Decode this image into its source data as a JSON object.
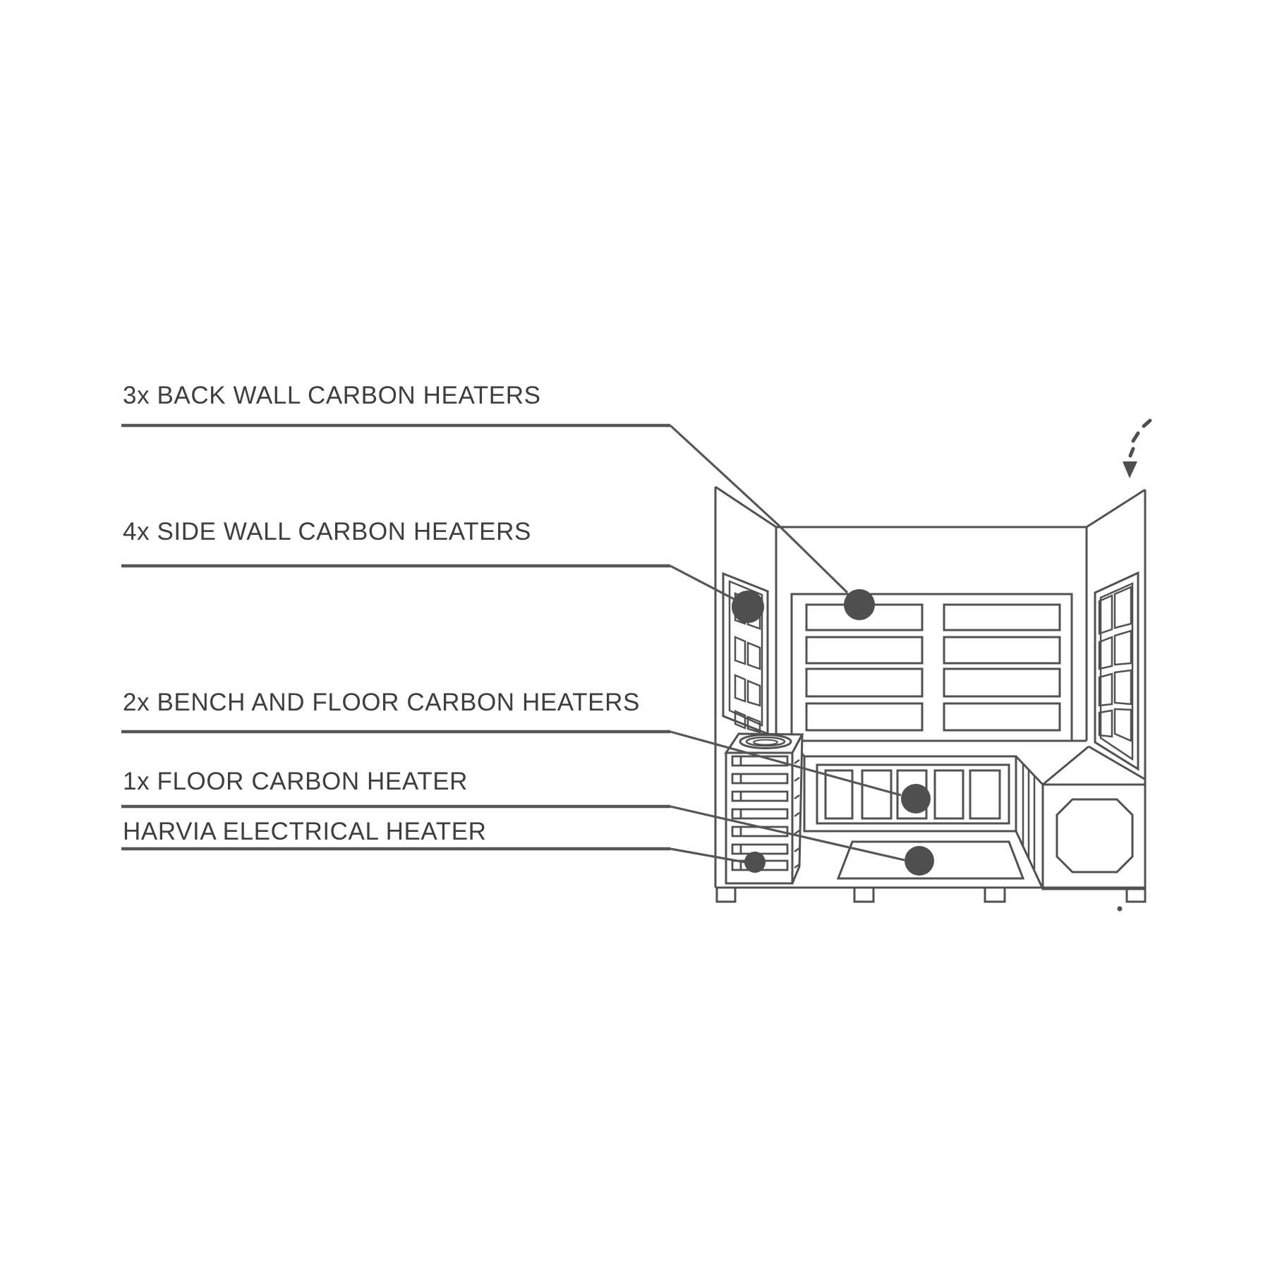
{
  "colors": {
    "background": "#ffffff",
    "line": "#515151",
    "underline": "#565656",
    "text": "#3e3e3e",
    "marker": "#4f4f4f"
  },
  "labels": [
    {
      "text": "3x BACK WALL CARBON HEATERS",
      "target": "back-wall-heaters"
    },
    {
      "text": "4x SIDE WALL CARBON HEATERS",
      "target": "side-wall-heaters"
    },
    {
      "text": "2x BENCH AND FLOOR CARBON HEATERS",
      "target": "bench-floor-heaters"
    },
    {
      "text": "1x FLOOR CARBON HEATER",
      "target": "floor-heater"
    },
    {
      "text": "HARVIA ELECTRICAL HEATER",
      "target": "harvia-electrical-heater"
    }
  ]
}
